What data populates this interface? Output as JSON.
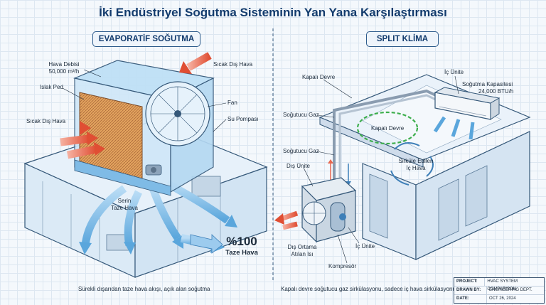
{
  "title": "İki Endüstriyel Soğutma Sisteminin Yan Yana Karşılaştırması",
  "left_panel": {
    "heading": "EVAPORATİF SOĞUTMA",
    "labels": {
      "airflow_title": "Hava Debisi",
      "airflow_value": "50,000 m³/h",
      "wet_pad": "Islak Ped",
      "hot_air_top": "Sıcak Dış Hava",
      "hot_air_left": "Sıcak Dış Hava",
      "fan": "Fan",
      "water_pump": "Su Pompası",
      "cool_air_line1": "Serin",
      "cool_air_line2": "Taze Hava",
      "fresh_percent": "%100",
      "fresh_label": "Taze Hava"
    },
    "caption": "Sürekli dışarıdan taze hava akışı, açık alan soğutma"
  },
  "right_panel": {
    "heading": "SPLIT KLİMA",
    "labels": {
      "closed_loop": "Kapalı Devre",
      "indoor_unit_top": "İç Ünite",
      "capacity_title": "Soğutma Kapasitesi",
      "capacity_value": "24,000 BTU/h",
      "refrigerant_1": "Soğutucu Gaz",
      "refrigerant_2": "Soğutucu Gaz",
      "closed_loop_inner": "Kapalı Devre",
      "recirc_line1": "Sirküle Edilen",
      "recirc_line2": "İç Hava",
      "outdoor_unit": "Dış Ünite",
      "heat_line1": "Dış Ortama",
      "heat_line2": "Atılan Isı",
      "indoor_unit_bottom": "İç Ünite",
      "compressor": "Kompresör"
    },
    "caption": "Kapalı devre soğutucu gaz sirkülasyonu, sadece iç hava sirkülasyonu"
  },
  "title_block": {
    "project_key": "PROJECT:",
    "project_val": "HVAC SYSTEM COMPARISON",
    "drawn_key": "DRAWN BY:",
    "drawn_val": "ENGINEERING DEPT.",
    "date_key": "DATE:",
    "date_val": "OCT 26, 2024"
  },
  "colors": {
    "accent": "#123b6d",
    "hot": "#e8664e",
    "cool": "#6fb5e6",
    "refrigerant_loop": "#3cae4c"
  }
}
